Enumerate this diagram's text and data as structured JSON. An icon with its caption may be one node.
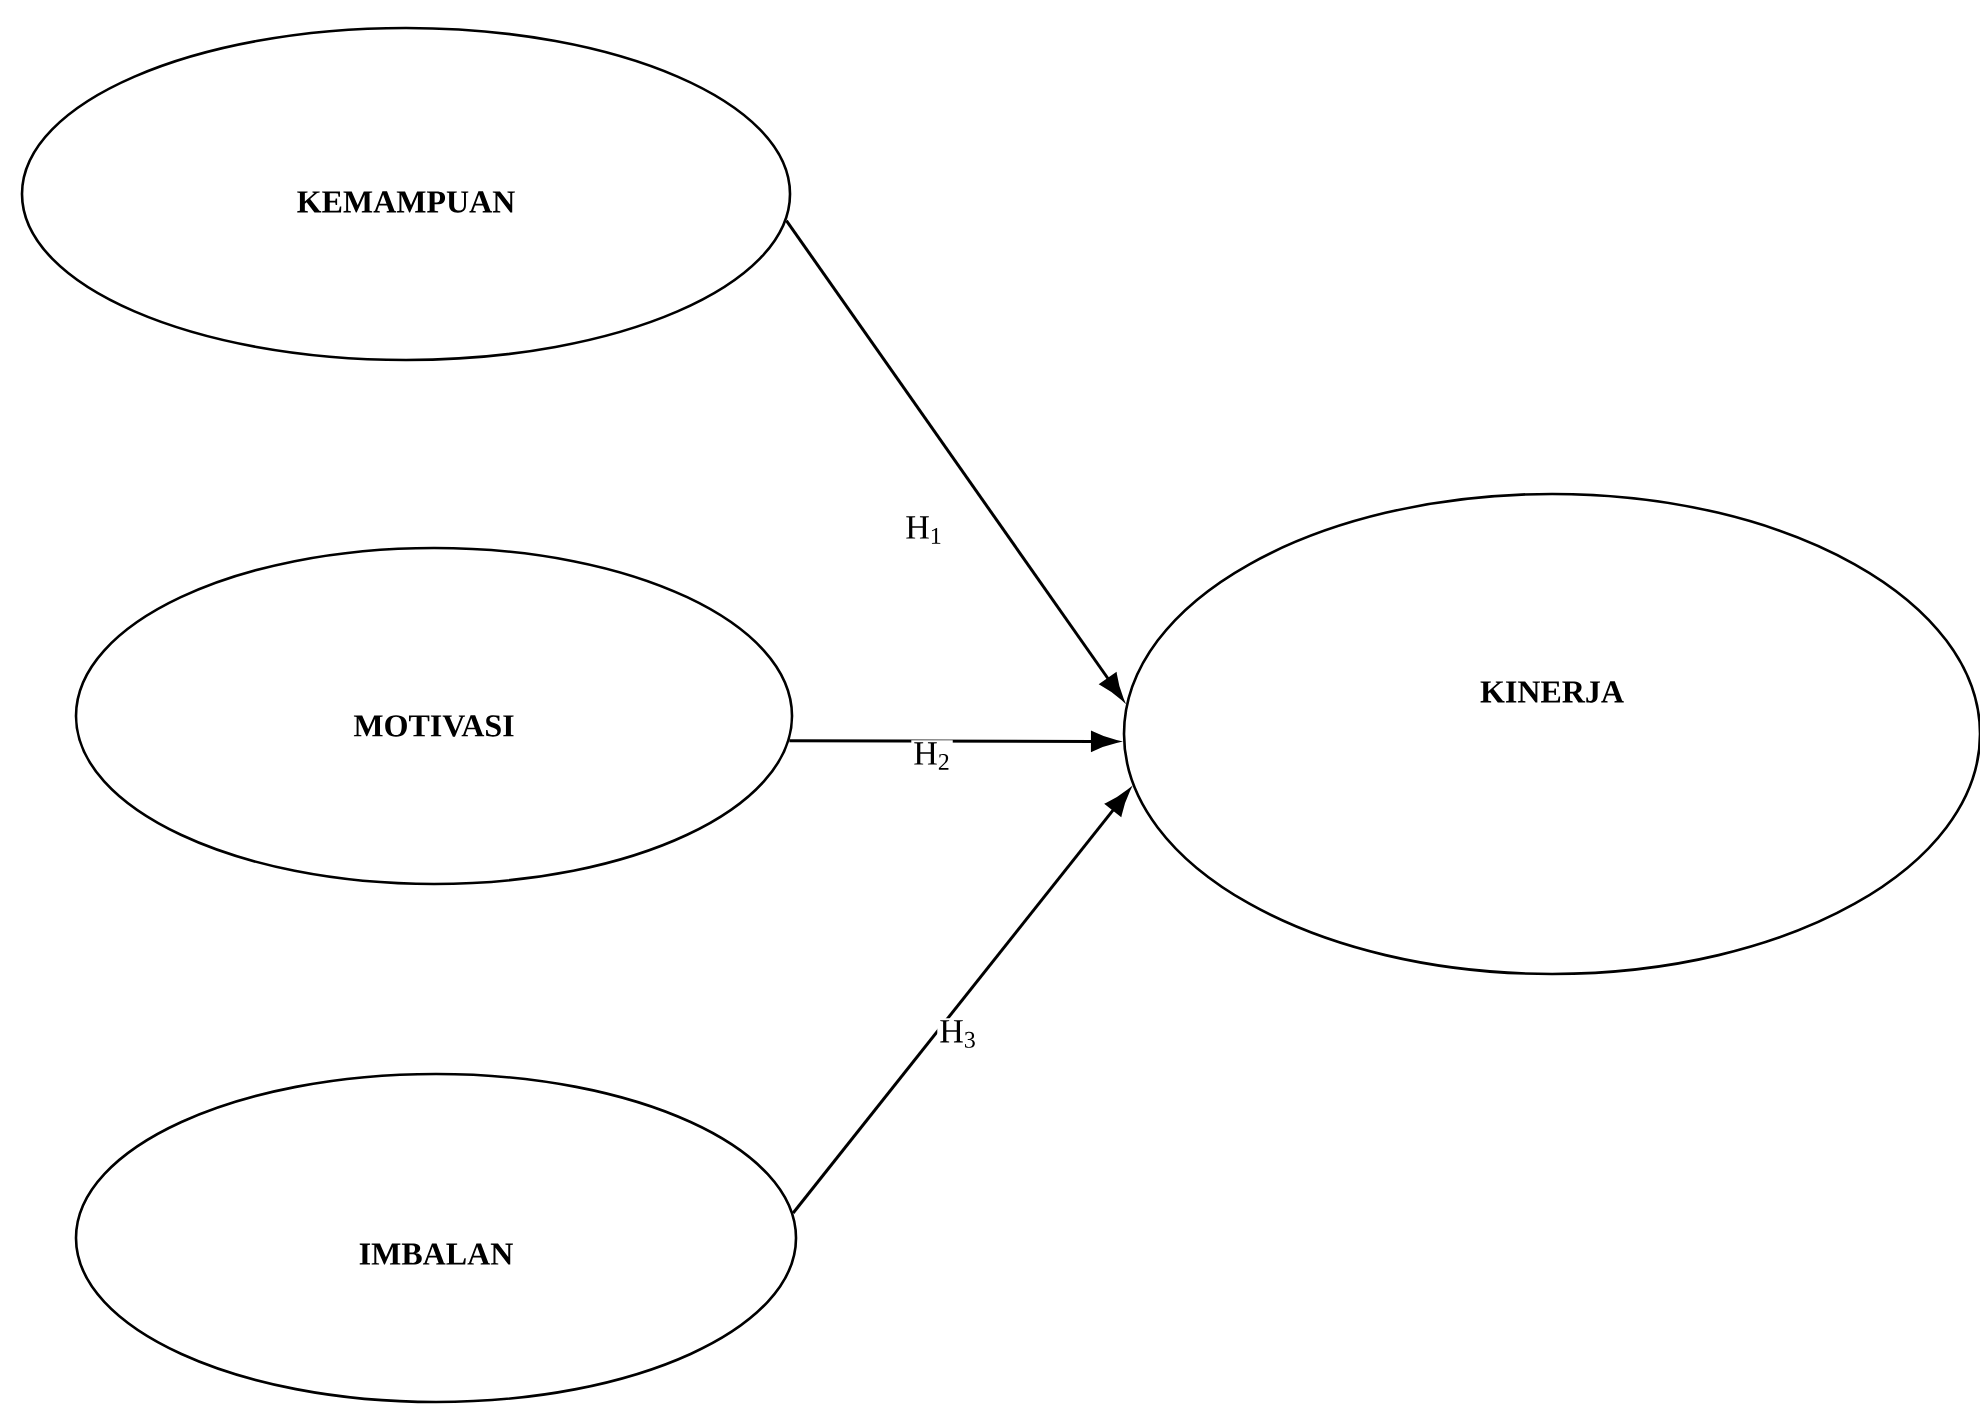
{
  "diagram": {
    "nodes": [
      {
        "text": [
          "KEMAMPUAN"
        ]
      },
      {
        "text": [
          "MOTIVASI"
        ]
      },
      {
        "text": [
          "IMBALAN"
        ]
      },
      {
        "text": [
          "KINERJA"
        ]
      }
    ],
    "edges": [
      {
        "from": 0,
        "to": 3,
        "arrow": "to",
        "label": "H$_{1}$"
      },
      {
        "from": 1,
        "to": 3,
        "arrow": "to",
        "label": "H$_{2}$"
      },
      {
        "from": 2,
        "to": 3,
        "arrow": "to",
        "label": "H$_{3}$"
      }
    ]
  }
}
